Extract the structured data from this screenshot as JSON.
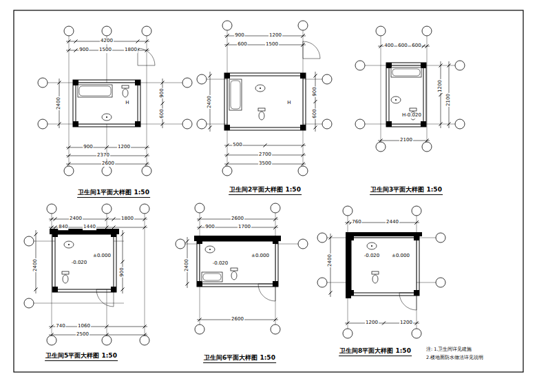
{
  "diagram": {
    "labels": [
      "4200",
      "900",
      "1500",
      "1800",
      "2400",
      "900",
      "600",
      "900",
      "1200",
      "2370",
      "2600",
      "H",
      "900",
      "1200",
      "600",
      "1500",
      "2400",
      "900",
      "600",
      "500",
      "2700",
      "3500",
      "H",
      "400",
      "600",
      "600",
      "1200",
      "2100",
      "2100",
      "H-0.020",
      "2400",
      "1800",
      "840",
      "1440",
      "2400",
      "900",
      "740",
      "1060",
      "2500",
      "±0.000",
      "-0.020",
      "2600",
      "900",
      "1700",
      "2400",
      "2600",
      "±0.000",
      "-0.020",
      "760",
      "2440",
      "2400",
      "±0.000",
      "-0.020",
      "1200",
      "1200",
      "卫生间1平面大样图 1:50",
      "卫生间2平面大样图 1:50",
      "卫生间3平面大样图 1:50",
      "卫生间5平面大样图 1:50",
      "卫生间6平面大样图 1:50",
      "卫生间8平面大样图 1:50",
      "注: 1.卫生间详见建施",
      "2.楼地面防水做法详见说明"
    ]
  }
}
